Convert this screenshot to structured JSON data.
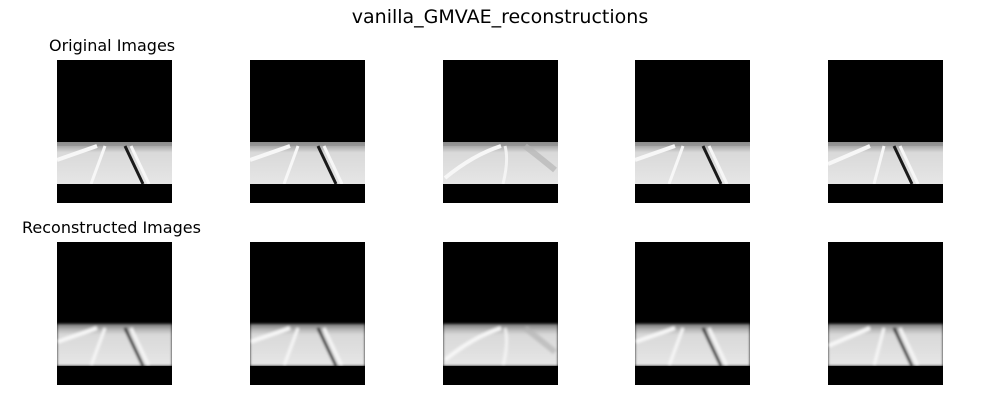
{
  "figure": {
    "title": "vanilla_GMVAE_reconstructions"
  },
  "rows": [
    {
      "label": "Original Images",
      "kind": "original",
      "images": [
        {
          "style": "straight",
          "blur": false
        },
        {
          "style": "straight",
          "blur": false
        },
        {
          "style": "curve",
          "blur": false
        },
        {
          "style": "straight",
          "blur": false
        },
        {
          "style": "wide",
          "blur": false
        }
      ]
    },
    {
      "label": "Reconstructed Images",
      "kind": "reconstructed",
      "images": [
        {
          "style": "straight",
          "blur": true
        },
        {
          "style": "straight",
          "blur": true
        },
        {
          "style": "curve",
          "blur": true
        },
        {
          "style": "straight",
          "blur": true
        },
        {
          "style": "wide",
          "blur": true
        }
      ]
    }
  ],
  "colors": {
    "background": "#ffffff",
    "sky": "#000000",
    "road": "#d9d9d9",
    "road_dark": "#8c8c8c",
    "lane_marking": "#f7f7f7",
    "shadow_line": "#1a1a1a"
  }
}
